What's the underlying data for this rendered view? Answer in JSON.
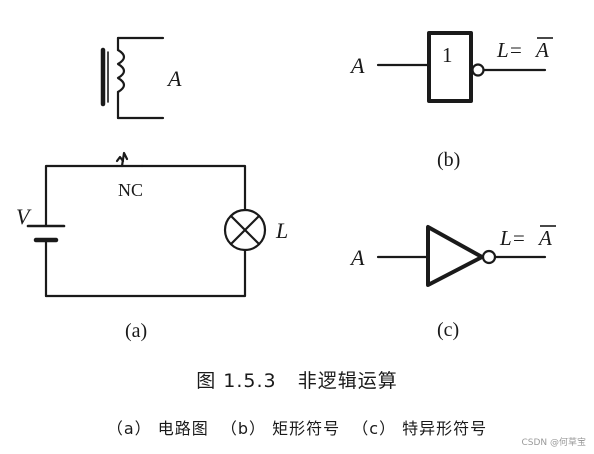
{
  "panel_a": {
    "coil_label": "A",
    "contact_label": "NC",
    "source_label": "V",
    "lamp_label": "L",
    "caption": "(a)"
  },
  "panel_b": {
    "input_label": "A",
    "output_label": "L=",
    "output_overbar_letter": "A",
    "gate_symbol": "1",
    "caption": "(b)"
  },
  "panel_c": {
    "input_label": "A",
    "output_label": "L=",
    "output_overbar_letter": "A",
    "caption": "(c)"
  },
  "figure_caption": {
    "title": "图 1.5.3   非逻辑运算",
    "subtitle": "（a） 电路图  （b） 矩形符号  （c） 特异形符号"
  },
  "watermark": "CSDN @何草宝",
  "colors": {
    "ink": "#1a1a1a",
    "background": "#ffffff"
  }
}
